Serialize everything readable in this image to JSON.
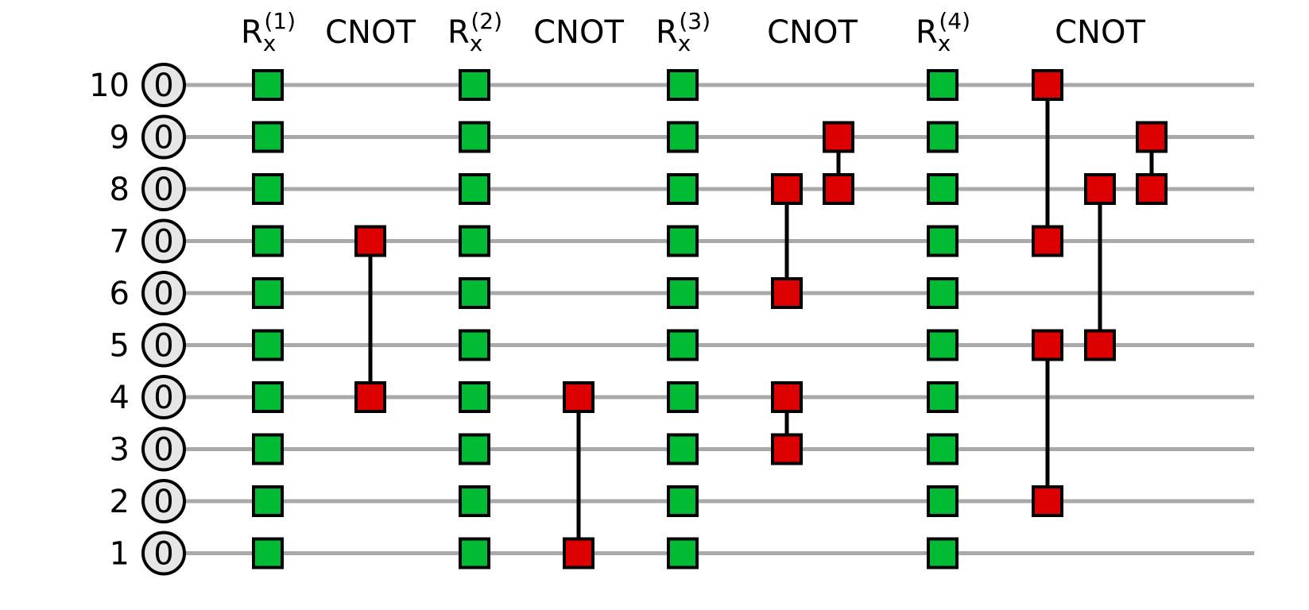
{
  "qubits": [
    {
      "label": "10",
      "state": "0"
    },
    {
      "label": "9",
      "state": "0"
    },
    {
      "label": "8",
      "state": "0"
    },
    {
      "label": "7",
      "state": "0"
    },
    {
      "label": "6",
      "state": "0"
    },
    {
      "label": "5",
      "state": "0"
    },
    {
      "label": "4",
      "state": "0"
    },
    {
      "label": "3",
      "state": "0"
    },
    {
      "label": "2",
      "state": "0"
    },
    {
      "label": "1",
      "state": "0"
    }
  ],
  "colors": {
    "rotation": "#00bb33",
    "cnot": "#dd0000",
    "wire": "#a9a9a9",
    "state_fill": "#e6e6e6"
  },
  "layers": [
    {
      "type": "rotation",
      "label": {
        "base": "R",
        "sub": "x",
        "sup": "(1)"
      }
    },
    {
      "type": "cnot",
      "label": {
        "text": "CNOT"
      },
      "pairs": [
        [
          7,
          4
        ]
      ]
    },
    {
      "type": "rotation",
      "label": {
        "base": "R",
        "sub": "x",
        "sup": "(2)"
      }
    },
    {
      "type": "cnot",
      "label": {
        "text": "CNOT"
      },
      "pairs": [
        [
          4,
          1
        ]
      ]
    },
    {
      "type": "rotation",
      "label": {
        "base": "R",
        "sub": "x",
        "sup": "(3)"
      }
    },
    {
      "type": "cnot",
      "label": {
        "text": "CNOT"
      },
      "pairs": [
        [
          8,
          6
        ],
        [
          4,
          3
        ],
        [
          9,
          8
        ]
      ]
    },
    {
      "type": "rotation",
      "label": {
        "base": "R",
        "sub": "x",
        "sup": "(4)"
      }
    },
    {
      "type": "cnot",
      "label": {
        "text": "CNOT"
      },
      "pairs": [
        [
          10,
          7
        ],
        [
          5,
          2
        ],
        [
          8,
          5
        ],
        [
          9,
          8
        ]
      ]
    }
  ]
}
